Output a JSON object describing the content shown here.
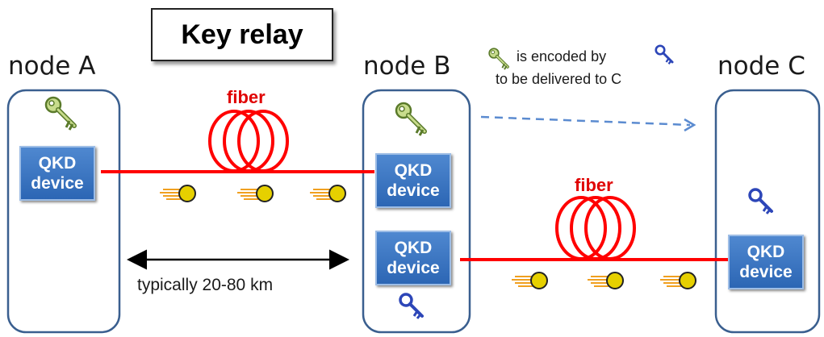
{
  "title": "Key relay",
  "nodes": {
    "a": {
      "label": "node A"
    },
    "b": {
      "label": "node B"
    },
    "c": {
      "label": "node C"
    }
  },
  "fiber_label": "fiber",
  "qkd_device": {
    "line1": "QKD",
    "line2": "device"
  },
  "note": {
    "part1": "is encoded by",
    "line2": "to be delivered to C"
  },
  "distance_label": "typically 20-80 km",
  "colors": {
    "fiber": "#ff0000",
    "node_border": "#3a5f8f",
    "qkd_device": "#2f6ab8",
    "key_green": "#a8c86a",
    "key_blue": "#3355cc",
    "photon": "#e0c800",
    "dashed_arrow": "#5b8bd0"
  },
  "icons": [
    "green-key-icon",
    "blue-key-icon",
    "fiber-coil-icon",
    "photon-icon",
    "dashed-arrow-icon",
    "double-arrow-icon"
  ]
}
